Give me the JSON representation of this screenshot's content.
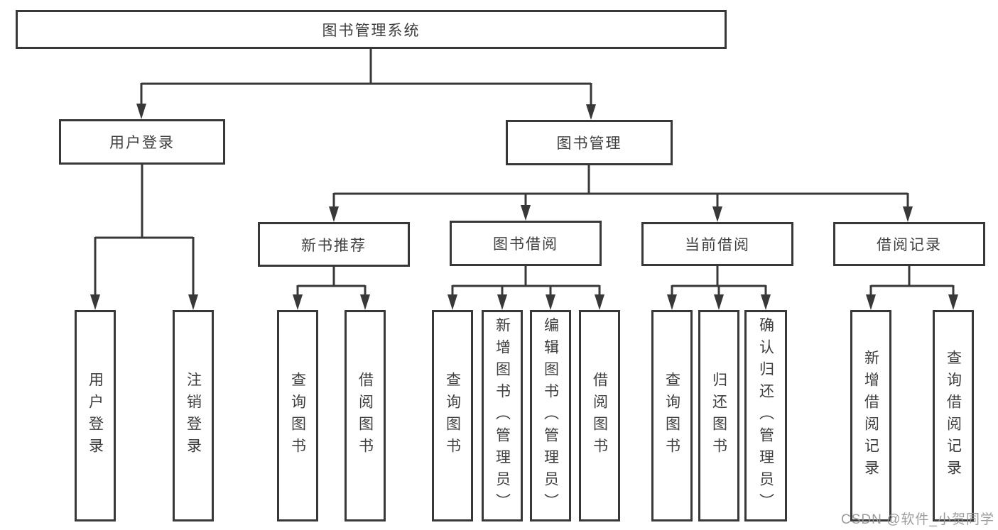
{
  "tree": {
    "root": "图书管理系统",
    "children": [
      {
        "label": "用户登录",
        "children": [
          "用户登录",
          "注销登录"
        ]
      },
      {
        "label": "图书管理",
        "children": [
          {
            "label": "新书推荐",
            "children": [
              "查询图书",
              "借阅图书"
            ]
          },
          {
            "label": "图书借阅",
            "children": [
              "查询图书",
              "新增图书（管理员）",
              "编辑图书（管理员）",
              "借阅图书"
            ]
          },
          {
            "label": "当前借阅",
            "children": [
              "查询图书",
              "归还图书",
              "确认归还（管理员）"
            ]
          },
          {
            "label": "借阅记录",
            "children": [
              "新增借阅记录",
              "查询借阅记录"
            ]
          }
        ]
      }
    ]
  },
  "watermark": {
    "text": "CSDN @软件_小贺同学"
  },
  "colors": {
    "line": "#383838",
    "text": "#3e3e3e",
    "background": "#ffffff",
    "watermark": "#949494"
  }
}
